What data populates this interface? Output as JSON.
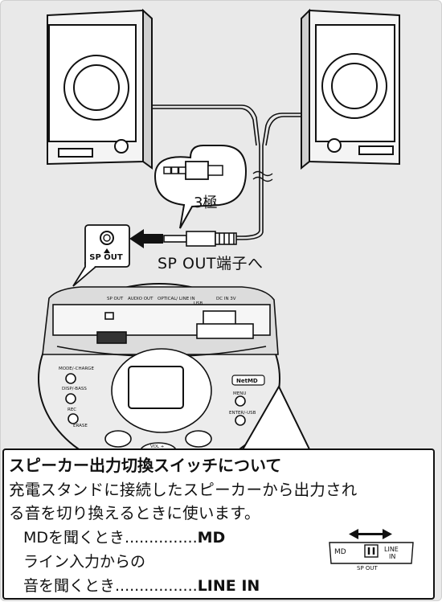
{
  "callout": {
    "port_label": "SP OUT",
    "connect_label": "SP OUT端子へ",
    "jack_type_label": "3極"
  },
  "device": {
    "brand_badge": "NetMD",
    "top_ports": [
      "SP OUT",
      "AUDIO OUT",
      "OPTICAL/ LINE IN",
      "USB",
      "DC IN 3V"
    ],
    "buttons": [
      "MODE/-CHARGE",
      "DISP/-BASS",
      "REC",
      "ERASE",
      "MENU",
      "ENTER/-USB",
      "VOL +"
    ]
  },
  "info": {
    "title": "スピーカー出力切換スイッチについて",
    "desc_line1": "充電スタンドに接続したスピーカーから出力され",
    "desc_line2": "る音を切り換えるときに使います。",
    "row1_text": "MDを聞くとき...............",
    "row1_value": "MD",
    "row2_text": "ライン入力からの",
    "row3_text": "音を聞くとき.................",
    "row3_value": "LINE IN",
    "switch": {
      "left_label": "MD",
      "right_label_1": "LINE",
      "right_label_2": "IN",
      "bottom_label": "SP OUT"
    }
  }
}
